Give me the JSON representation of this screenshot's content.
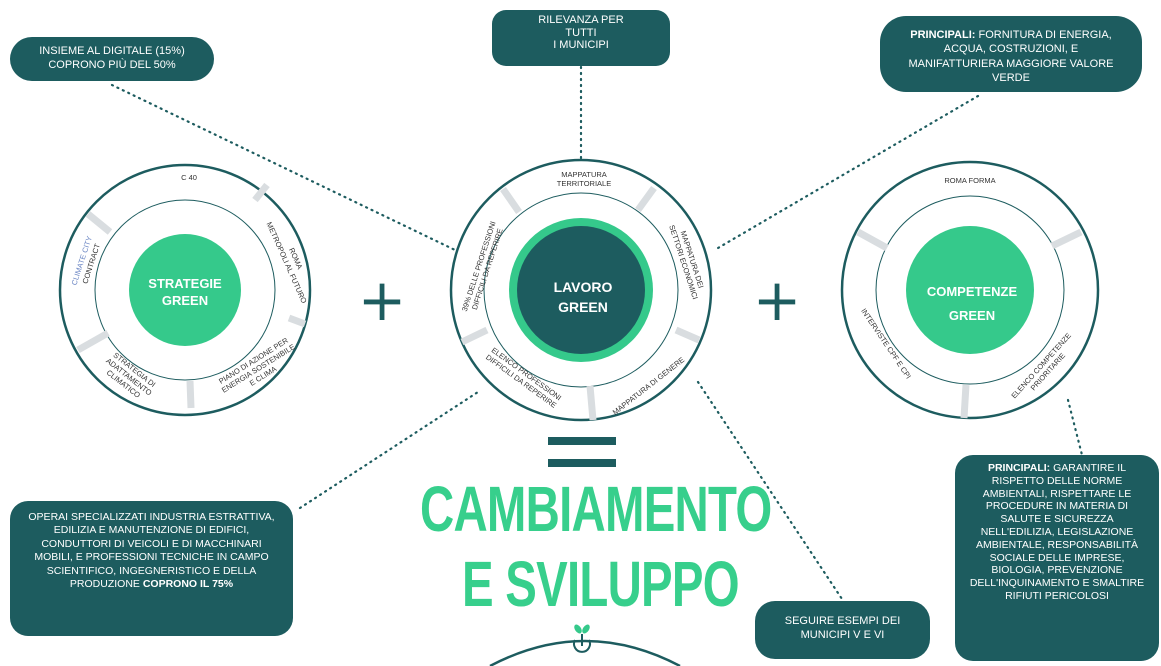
{
  "colors": {
    "callout_bg": "#1d5c5f",
    "green": "#35c98b",
    "dark_teal": "#1d5c5f",
    "ring_gray": "#d9dde0",
    "climate_blue": "#6b86c4"
  },
  "callouts": {
    "digital_lines": [
      "INSIEME AL DIGITALE (15%)",
      "COPRONO PIÙ DEL 50%"
    ],
    "relevance_lines": [
      "RILEVANZA PER",
      "TUTTI",
      "I MUNICIPI"
    ],
    "principali_top": {
      "lead": "PRINCIPALI:",
      "rest": "FORNITURA DI ENERGIA, ACQUA, COSTRUZIONI, E MANIFATTURIERA MAGGIORE VALORE VERDE"
    },
    "operai": {
      "text": "OPERAI SPECIALIZZATI INDUSTRIA ESTRATTIVA, EDILIZIA E MANUTENZIONE DI EDIFICI, CONDUTTORI DI VEICOLI E DI MACCHINARI MOBILI, E PROFESSIONI TECNICHE IN CAMPO SCIENTIFICO, INGEGNERISTICO E DELLA PRODUZIONE",
      "bold": "COPRONO IL 75%"
    },
    "municipi": "SEGUIRE ESEMPI DEI MUNICIPI V E VI",
    "principali_bottom": {
      "lead": "PRINCIPALI:",
      "rest": "GARANTIRE IL RISPETTO DELLE NORME AMBIENTALI, RISPETTARE LE PROCEDURE IN MATERIA DI SALUTE E SICUREZZA NELL'EDILIZIA, LEGISLAZIONE AMBIENTALE, RESPONSABILITÀ SOCIALE DELLE IMPRESE, BIOLOGIA, PREVENZIONE DELL'INQUINAMENTO E SMALTIRE RIFIUTI PERICOLOSI"
    }
  },
  "circles": {
    "strategie": {
      "center_lines": [
        "STRATEGIE",
        "GREEN"
      ],
      "segments": [
        {
          "lines": [
            "C 40"
          ]
        },
        {
          "lines": [
            "ROMA",
            "METROPOLI AL FUTURO"
          ]
        },
        {
          "lines": [
            "PIANO DI AZIONE PER",
            "ENERGIA SOSTENIBILE",
            "E CLIMA"
          ]
        },
        {
          "lines": [
            "STRATEGIA DI",
            "ADATTAMENTO",
            "CLIMATICO"
          ]
        },
        {
          "lines": [
            "CLIMATE CITY",
            "CONTRACT"
          ]
        }
      ]
    },
    "lavoro": {
      "center_lines": [
        "LAVORO",
        "GREEN"
      ],
      "segments": [
        {
          "lines": [
            "MAPPATURA",
            "TERRITORIALE"
          ]
        },
        {
          "lines": [
            "MAPPATURA DEI",
            "SETTORI ECONOMICI"
          ]
        },
        {
          "lines": [
            "MAPPATURA DI GENERE"
          ]
        },
        {
          "lines": [
            "ELENCO PROFESSIONI",
            "DIFFICILI DA REPERIRE"
          ]
        },
        {
          "lines": [
            "39% DELLE PROFESSIONI",
            "DIFFICILI DA REPERIRE"
          ]
        }
      ]
    },
    "competenze": {
      "center_lines": [
        "COMPETENZE",
        "GREEN"
      ],
      "segments": [
        {
          "lines": [
            "ROMA FORMA"
          ]
        },
        {
          "lines": [
            "ELENCO COMPETENZE",
            "PRIORITARIE"
          ]
        },
        {
          "lines": [
            "INTERVISTE CPF E CPI"
          ]
        }
      ]
    }
  },
  "operators": {
    "plus": "+",
    "equals": "="
  },
  "title_lines": [
    "CAMBIAMENTO",
    "E SVILUPPO"
  ],
  "logo_icon": "power-leaf-icon"
}
